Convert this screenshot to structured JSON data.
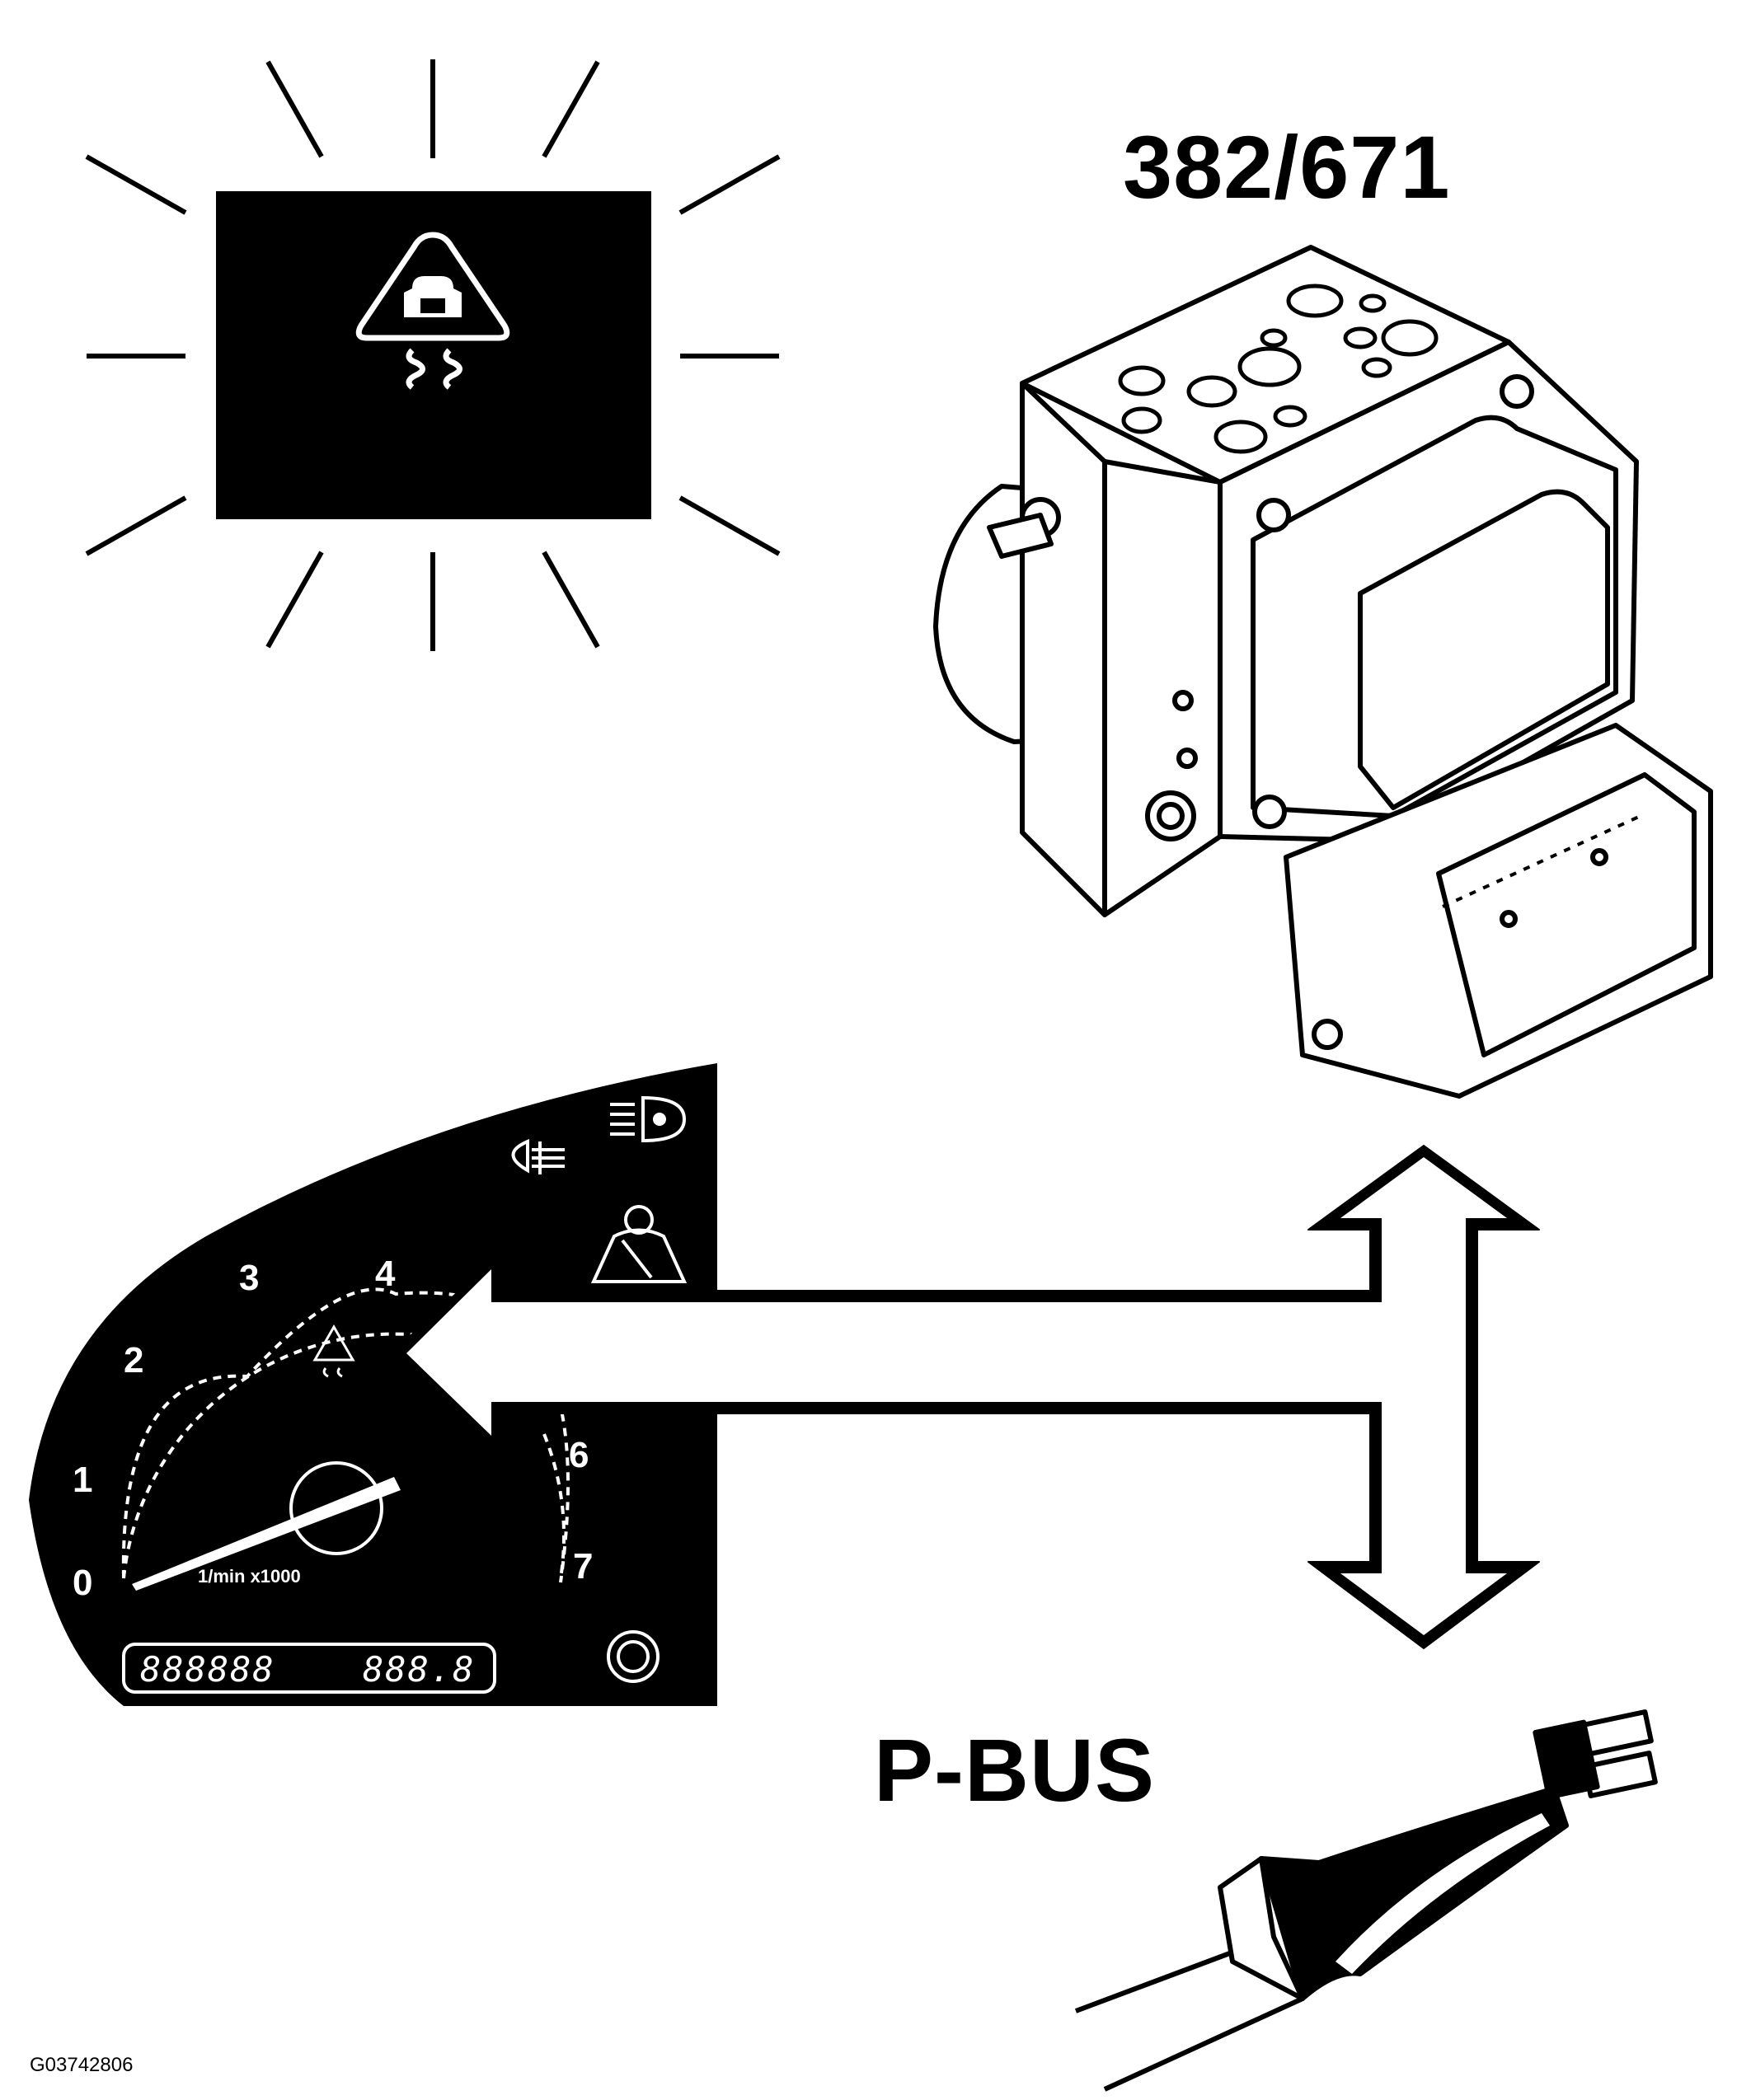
{
  "module_number": "382/671",
  "bus_name": "P-BUS",
  "figure_id": "G03742806",
  "tachometer": {
    "scale_labels": [
      "0",
      "1",
      "2",
      "3",
      "4",
      "6",
      "7"
    ],
    "unit_label": "1/min x1000",
    "odometer": "888888",
    "trip": "888.8"
  },
  "icons": [
    "traction-control-warning-icon",
    "fog-light-icon",
    "high-beam-icon",
    "seatbelt-icon",
    "reset-knob-icon"
  ],
  "colors": {
    "ink": "#000000",
    "paper": "#ffffff"
  }
}
